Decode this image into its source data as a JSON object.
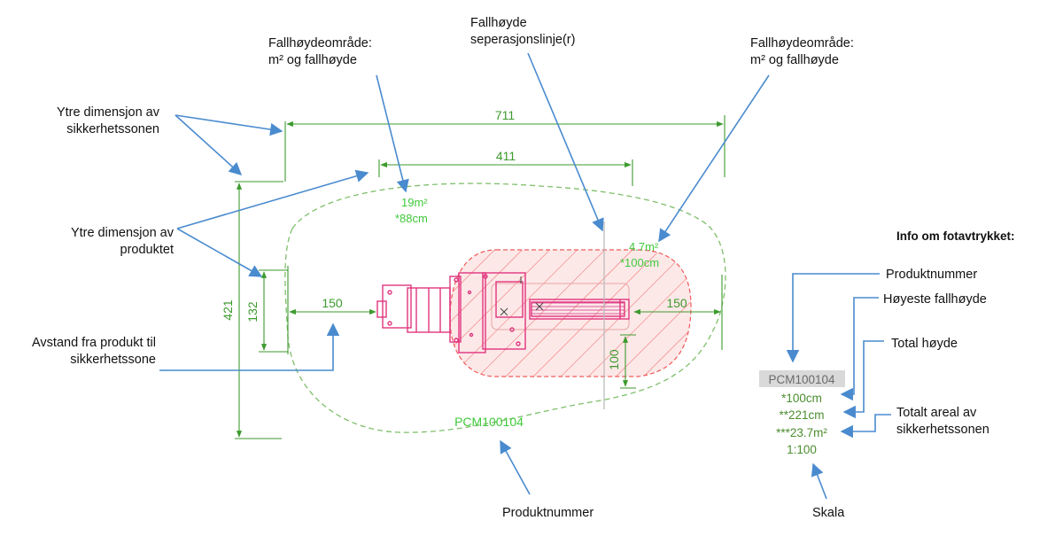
{
  "callouts": {
    "ytre_sone": [
      "Ytre dimensjon av",
      "sikkerhetssonen"
    ],
    "ytre_produkt": [
      "Ytre dimensjon av",
      "produktet"
    ],
    "avstand": [
      "Avstand fra produkt til",
      "sikkerhetssone"
    ],
    "fallhoyde_omrade_left": [
      "Fallhøydeområde:",
      "m² og fallhøyde"
    ],
    "separasjon": [
      "Fallhøyde",
      "seperasjonslinje(r)"
    ],
    "fallhoyde_omrade_right": [
      "Fallhøydeområde:",
      "m² og fallhøyde"
    ],
    "produktnummer_bottom": "Produktnummer",
    "skala": "Skala"
  },
  "info": {
    "title": "Info om fotavtrykket:",
    "labels": {
      "produktnummer": "Produktnummer",
      "hoyeste": "Høyeste fallhøyde",
      "total_hoyde": "Total høyde",
      "areal": [
        "Totalt areal av",
        "sikkerhetssonen"
      ]
    },
    "values": {
      "product": "PCM100104",
      "fall": "*100cm",
      "height": "**221cm",
      "area": "***23.7m²",
      "scale": "1:100"
    }
  },
  "drawing": {
    "dims": {
      "top_outer": "711",
      "top_inner": "411",
      "left_outer": "421",
      "left_inner": "132",
      "left_gap": "150",
      "right_gap": "150",
      "bottom_right": "100"
    },
    "zone_left": {
      "area": "19m²",
      "height": "*88cm"
    },
    "zone_right": {
      "area": "4.7m²",
      "height": "*100cm"
    },
    "product_code": "PCM100104"
  },
  "colors": {
    "arrow": "#4a8bcf",
    "dimension": "#3d9a2e",
    "safety_zone": "#7fbf6a",
    "fall_area": "#f05a5a",
    "product": "#e0357e",
    "info_highlight": "#d9d9d9"
  }
}
